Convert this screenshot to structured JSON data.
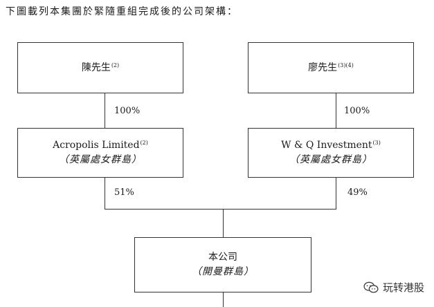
{
  "intro_text": "下圖載列本集團於緊隨重組完成後的公司架構：",
  "boxes": {
    "chen": {
      "name": "陳先生",
      "note": "(2)"
    },
    "liao": {
      "name": "廖先生",
      "note": "(3)(4)"
    },
    "acropolis": {
      "name": "Acropolis Limited",
      "note": "(2)",
      "place": "（英屬處女群島）"
    },
    "wq": {
      "name": "W & Q Investment",
      "note": "(3)",
      "place": "（英屬處女群島）"
    },
    "company": {
      "name": "本公司",
      "place": "（開曼群島）"
    }
  },
  "percentages": {
    "chen_to_acropolis": "100%",
    "liao_to_wq": "100%",
    "acropolis_to_company": "51%",
    "wq_to_company": "49%"
  },
  "watermark": {
    "text": "玩转港股",
    "icon": "wechat-icon"
  }
}
